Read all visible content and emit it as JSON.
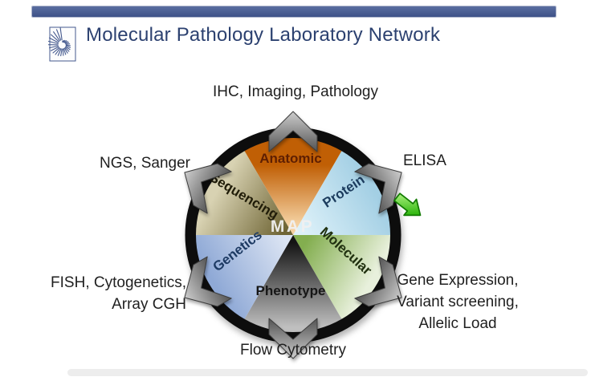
{
  "header": {
    "bar_color": "#43598e",
    "title": "Molecular Pathology Laboratory Network",
    "title_color": "#2c4170",
    "logo_icon": "spiral-sunburst-logo"
  },
  "wheel": {
    "center_label": "MAP",
    "ring_color": "#0c0c0c",
    "rotation_arrow_icon": "chevron-outward-arrow",
    "segments": [
      {
        "label": "Anatomic",
        "color_inner": "#f4d0a0",
        "color_outer": "#c05f05",
        "text_color": "#5e1f02"
      },
      {
        "label": "Protein",
        "color_inner": "#ddf1f9",
        "color_outer": "#a3cfe4",
        "text_color": "#1c3c5e"
      },
      {
        "label": "Molecular",
        "color_inner": "#83ae4f",
        "color_outer": "#e8f0dc",
        "text_color": "#20300f"
      },
      {
        "label": "Phenotype",
        "color_inner": "#141414",
        "color_outer": "#bfbfbf",
        "text_color": "#161616"
      },
      {
        "label": "Genetics",
        "color_inner": "#dbe4f3",
        "color_outer": "#8fa9d6",
        "text_color": "#1d3a63"
      },
      {
        "label": "Sequencing",
        "color_inner": "#6f6535",
        "color_outer": "#d8d2b2",
        "text_color": "#201c08"
      }
    ]
  },
  "labels": {
    "top": "IHC, Imaging, Pathology",
    "left": "NGS, Sanger",
    "right": "ELISA",
    "bottom": "Flow Cytometry",
    "bottom_right_lines": [
      "Gene Expression,",
      "Variant screening,",
      "Allelic Load"
    ],
    "bottom_left_lines": [
      "FISH, Cytogenetics,",
      "Array CGH"
    ]
  },
  "green_arrow": {
    "icon": "arrow-down-right",
    "color": "#33cc00"
  }
}
